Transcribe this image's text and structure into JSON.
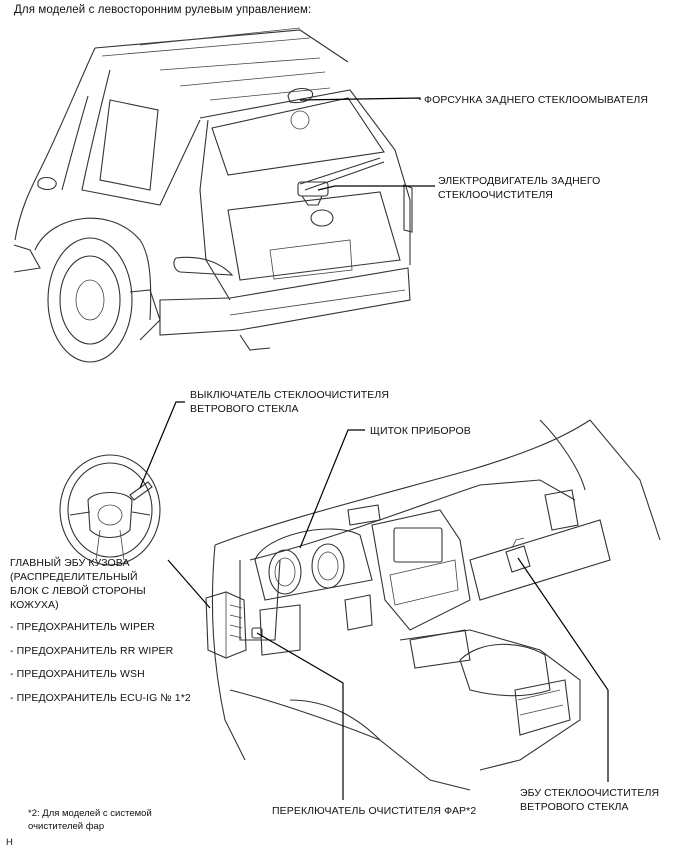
{
  "title": "Для моделей с левосторонним рулевым управлением:",
  "labels": {
    "rear_washer_nozzle": "ФОРСУНКА ЗАДНЕГО СТЕКЛООМЫВАТЕЛЯ",
    "rear_wiper_motor": "ЭЛЕКТРОДВИГАТЕЛЬ ЗАДНЕГО\nСТЕКЛООЧИСТИТЕЛЯ",
    "windshield_wiper_switch": "ВЫКЛЮЧАТЕЛЬ СТЕКЛООЧИСТИТЕЛЯ\nВЕТРОВОГО СТЕКЛА",
    "combination_meter": "ЩИТОК ПРИБОРОВ",
    "main_body_ecu": "ГЛАВНЫЙ ЭБУ КУЗОВА\n(РАСПРЕДЕЛИТЕЛЬНЫЙ\nБЛОК С ЛЕВОЙ СТОРОНЫ\nКОЖУХА)",
    "fuses": [
      "- ПРЕДОХРАНИТЕЛЬ WIPER",
      "- ПРЕДОХРАНИТЕЛЬ RR WIPER",
      "- ПРЕДОХРАНИТЕЛЬ WSH",
      "- ПРЕДОХРАНИТЕЛЬ ECU-IG № 1*2"
    ],
    "headlamp_cleaner_switch": "ПЕРЕКЛЮЧАТЕЛЬ ОЧИСТИТЕЛЯ ФАР*2",
    "windshield_wiper_ecu": "ЭБУ СТЕКЛООЧИСТИТЕЛЯ\nВЕТРОВОГО СТЕКЛА"
  },
  "footnote": "*2: Для моделей с системой\nочистителей фар",
  "corner_mark": "H"
}
